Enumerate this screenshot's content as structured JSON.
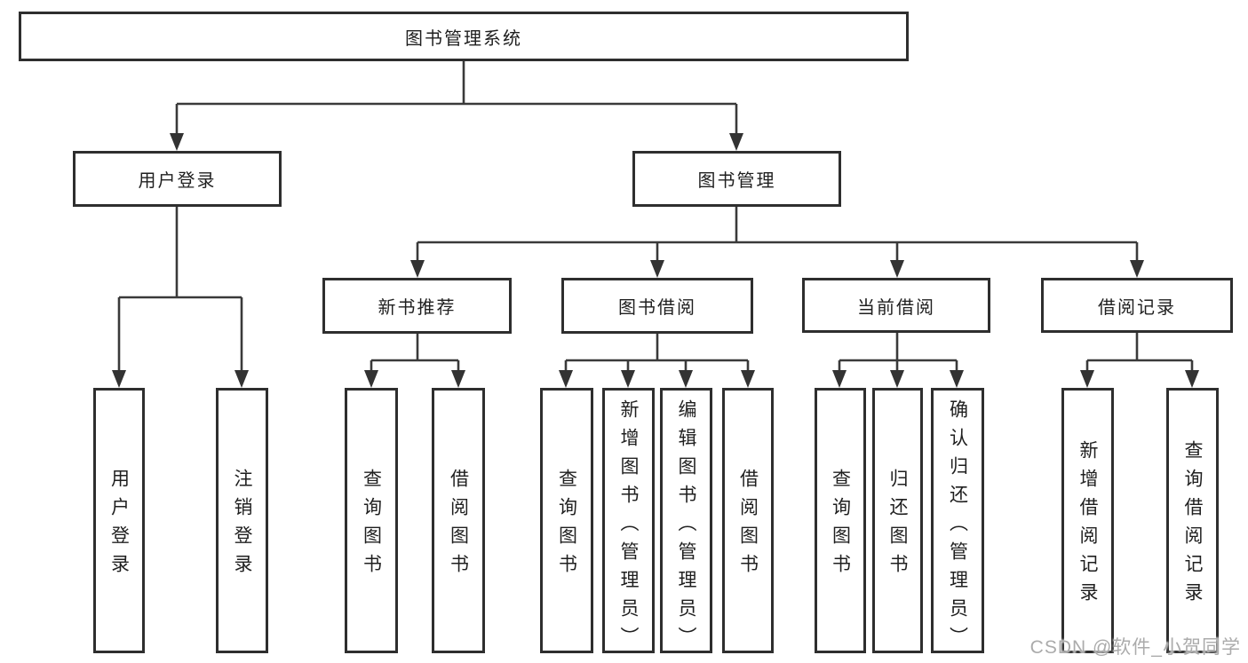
{
  "diagram_type": "function-structure-tree",
  "tree": {
    "root": "图书管理系统",
    "children": [
      {
        "label": "用户登录",
        "children": [
          "用户登录",
          "注销登录"
        ]
      },
      {
        "label": "图书管理",
        "children": [
          {
            "label": "新书推荐",
            "children": [
              "查询图书",
              "借阅图书"
            ]
          },
          {
            "label": "图书借阅",
            "children": [
              "查询图书",
              "新增图书（管理员）",
              "编辑图书（管理员）",
              "借阅图书"
            ]
          },
          {
            "label": "当前借阅",
            "children": [
              "查询图书",
              "归还图书",
              "确认归还（管理员）"
            ]
          },
          {
            "label": "借阅记录",
            "children": [
              "新增借阅记录",
              "查询借阅记录"
            ]
          }
        ]
      }
    ]
  },
  "watermark": {
    "text": "CSDN @软件_小贺同学"
  },
  "colors": {
    "background": "#ffffff",
    "box_fill": "#ffffff",
    "box_border": "#2e2e2e",
    "line": "#3a3a3a",
    "text": "#1f1f1f",
    "watermark": "#ababab"
  }
}
